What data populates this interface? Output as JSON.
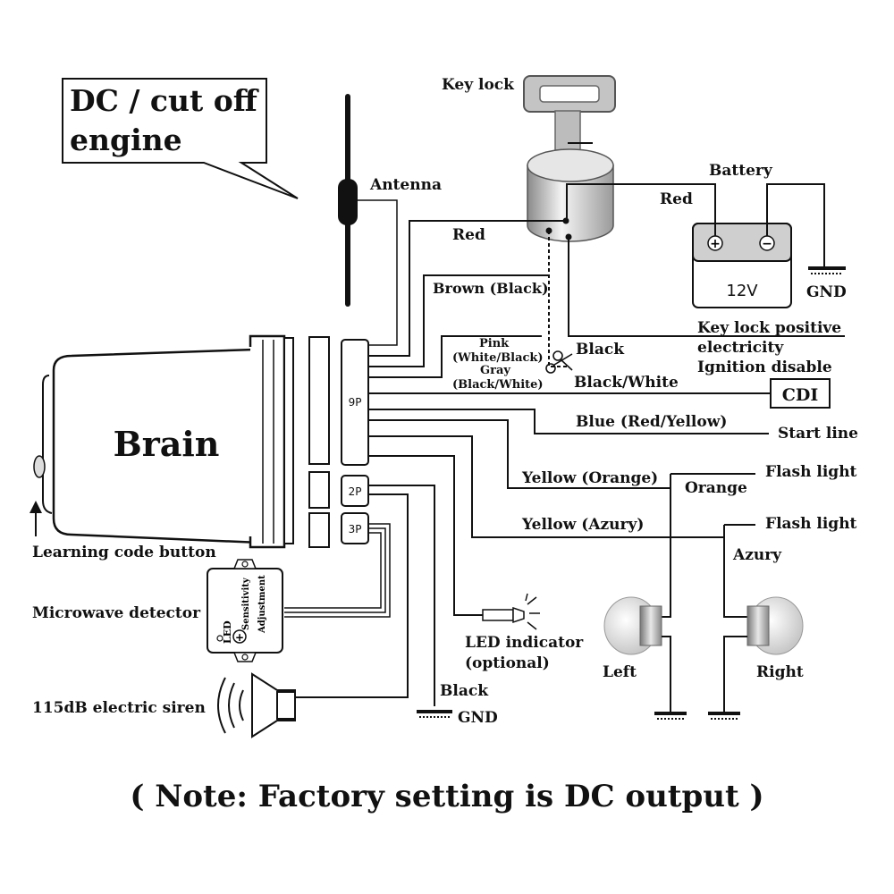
{
  "callout": {
    "line1": "DC / cut off",
    "line2": "engine"
  },
  "labels": {
    "antenna": "Antenna",
    "key_lock": "Key lock",
    "battery": "Battery",
    "battery_voltage": "12V",
    "battery_gnd": "GND",
    "red_top": "Red",
    "red_battery": "Red",
    "brown_black": "Brown (Black)",
    "key_lock_positive_1": "Key lock positive",
    "key_lock_positive_2": "electricity",
    "ignition_disable": "Ignition disable",
    "pink": "Pink",
    "white_black": "(White/Black)",
    "gray": "Gray",
    "black_white_small": "(Black/White)",
    "black": "Black",
    "black_white": "Black/White",
    "cdi": "CDI",
    "blue_red_yellow": "Blue (Red/Yellow)",
    "start_line": "Start line",
    "yellow_orange": "Yellow (Orange)",
    "orange": "Orange",
    "flash_light_1": "Flash light",
    "yellow_azury": "Yellow (Azury)",
    "flash_light_2": "Flash light",
    "azury": "Azury",
    "brain": "Brain",
    "connector_9p": "9P",
    "connector_2p": "2P",
    "connector_3p": "3P",
    "learning_code_button": "Learning code button",
    "microwave_detector": "Microwave detector",
    "led_small": "LED",
    "sensitivity": "Sensitivity",
    "adjustment": "Adjustment",
    "electric_siren": "115dB electric siren",
    "led_indicator_1": "LED indicator",
    "led_indicator_2": "(optional)",
    "black_gnd_black": "Black",
    "black_gnd_gnd": "GND",
    "left": "Left",
    "right": "Right"
  },
  "note": "( Note: Factory setting is DC output )"
}
